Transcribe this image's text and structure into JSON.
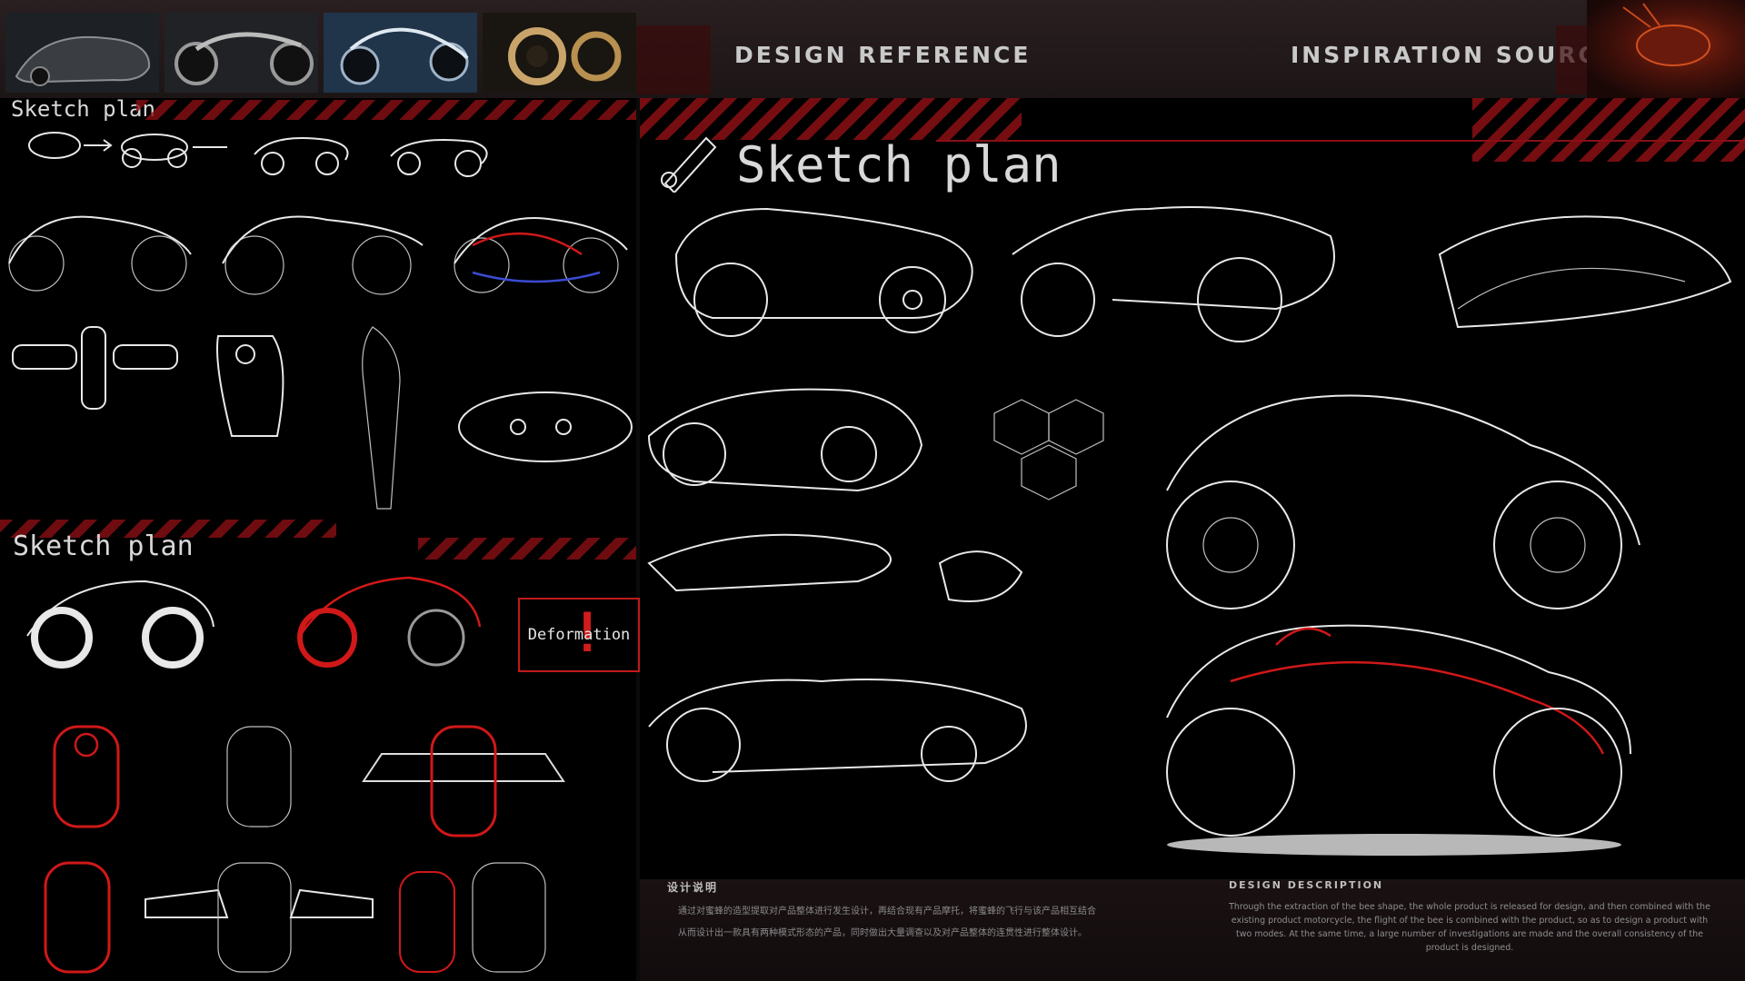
{
  "header": {
    "design_reference": "DESIGN REFERENCE",
    "inspiration_source": "INSPIRATION SOURCE"
  },
  "left_panel": {
    "sketch_title_1": "Sketch plan",
    "sketch_title_2": "Sketch plan",
    "deformation_label": "Deformation"
  },
  "right_panel": {
    "sketch_title": "Sketch plan"
  },
  "description": {
    "cn_title": "设计说明",
    "cn_line_1": "通过对蜜蜂的造型提取对产品整体进行发生设计，再结合现有产品摩托，将蜜蜂的飞行与该产品相互结合",
    "cn_line_2": "从而设计出一款具有两种模式形态的产品，同时做出大量调查以及对产品整体的连贯性进行整体设计。",
    "en_title": "DESIGN DESCRIPTION",
    "en_body": "Through the extraction of the bee shape, the whole product is released for design, and then combined with the existing product motorcycle, the flight of the bee is combined with the product, so as to design a product with two modes. At the same time, a large number of investigations are made and the overall consistency of the product is designed."
  },
  "colors": {
    "accent_red": "#c01a1a",
    "header_bg": "#231a1b",
    "sketch_stroke": "#e8e8e8"
  }
}
